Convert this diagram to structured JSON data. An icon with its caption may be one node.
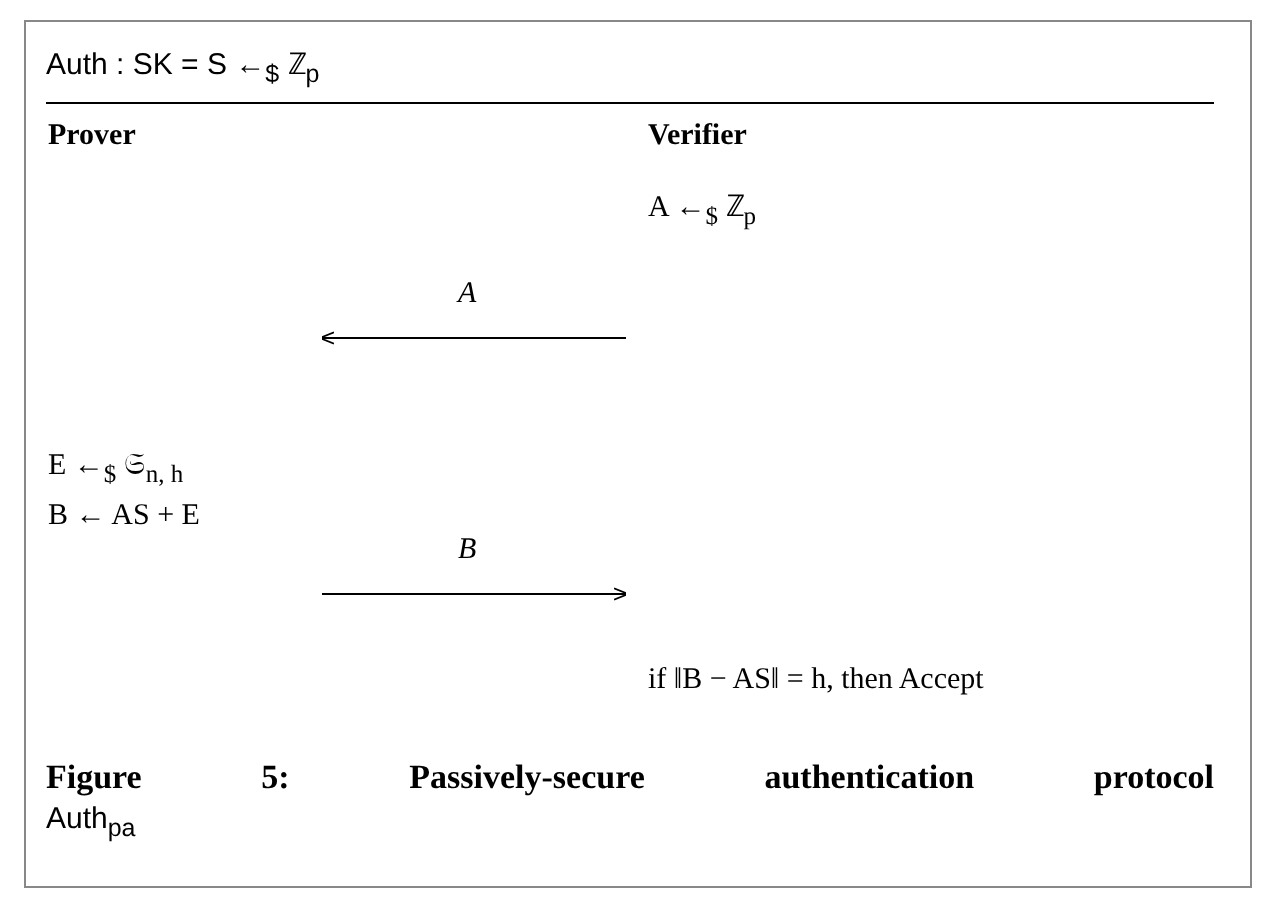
{
  "diagram": {
    "caption": "Figure 5: Passively-secure authentication protocol Auth$_{pa}$",
    "nodes": [
      {
        "text": [
          "Prover"
        ]
      },
      {
        "text": [
          "Verifier"
        ]
      }
    ],
    "edges": [
      {
        "from": 1,
        "to": 0,
        "arrow": "to",
        "label": "A"
      },
      {
        "from": 0,
        "to": 1,
        "arrow": "to",
        "label": "B"
      }
    ],
    "labels": [
      "Auth : SK = S ←$_{$}$ ℤ$_{p}$",
      "A ←$_{$}$ ℤ$_{p}$",
      "E ←$_{$}$ 𝔖$_{n, h}$",
      "B ← AS + E",
      "if ‖B − AS‖ = h, then Accept"
    ]
  }
}
